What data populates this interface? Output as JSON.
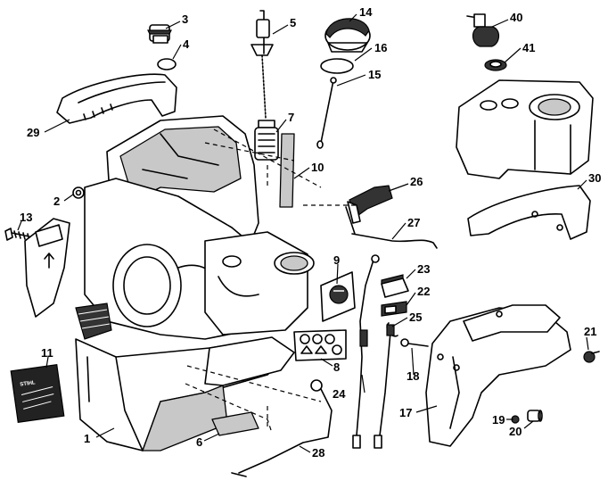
{
  "diagram": {
    "labels": {
      "p1": "1",
      "p2": "2",
      "p3": "3",
      "p4": "4",
      "p5": "5",
      "p6": "6",
      "p7": "7",
      "p8": "8",
      "p9": "9",
      "p10": "10",
      "p11": "11",
      "p13": "13",
      "p14": "14",
      "p15": "15",
      "p16": "16",
      "p17": "17",
      "p18": "18",
      "p19": "19",
      "p20": "20",
      "p21": "21",
      "p22": "22",
      "p23": "23",
      "p24": "24",
      "p25": "25",
      "p26": "26",
      "p27": "27",
      "p28": "28",
      "p29": "29",
      "p30": "30",
      "p40": "40",
      "p41": "41"
    },
    "decal_text": "STIHL"
  }
}
